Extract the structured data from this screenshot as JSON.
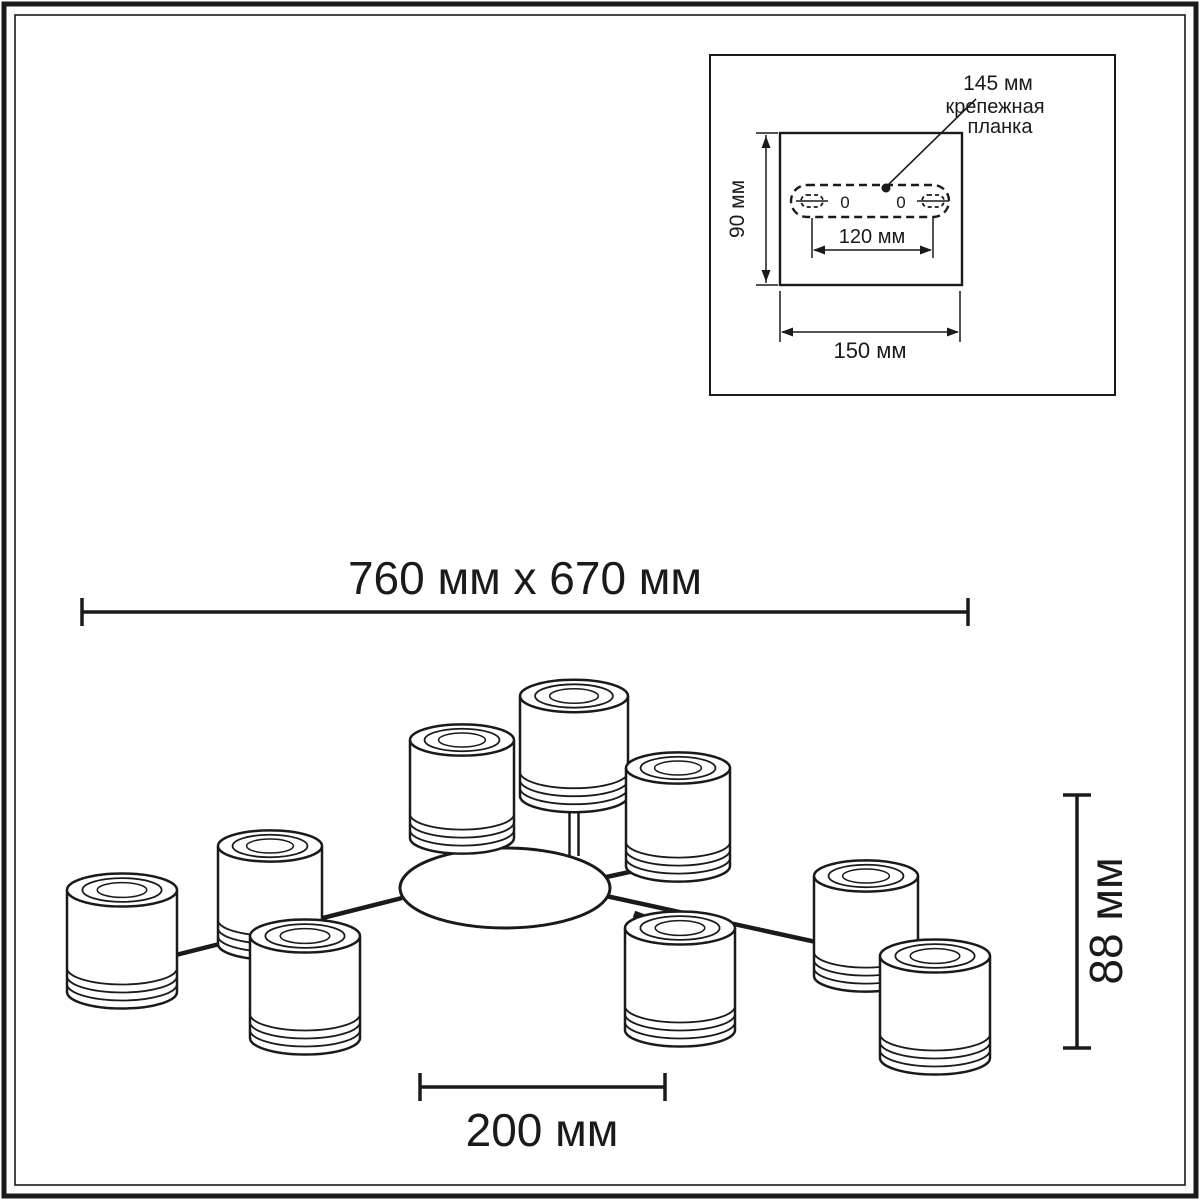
{
  "colors": {
    "ink": "#1a1a1a",
    "background": "#ffffff"
  },
  "inset": {
    "callout_size": "145 мм",
    "callout_name_line1": "крепежная",
    "callout_name_line2": "планка",
    "dim_plate_height": "90 мм",
    "dim_hole_spacing": "120 мм",
    "dim_plate_width": "150 мм",
    "hole_left_mark": "0",
    "hole_right_mark": "0"
  },
  "main": {
    "dim_overall": "760 мм x 670 мм",
    "dim_fixture_height": "88 мм",
    "dim_shade_diameter": "200 мм"
  }
}
